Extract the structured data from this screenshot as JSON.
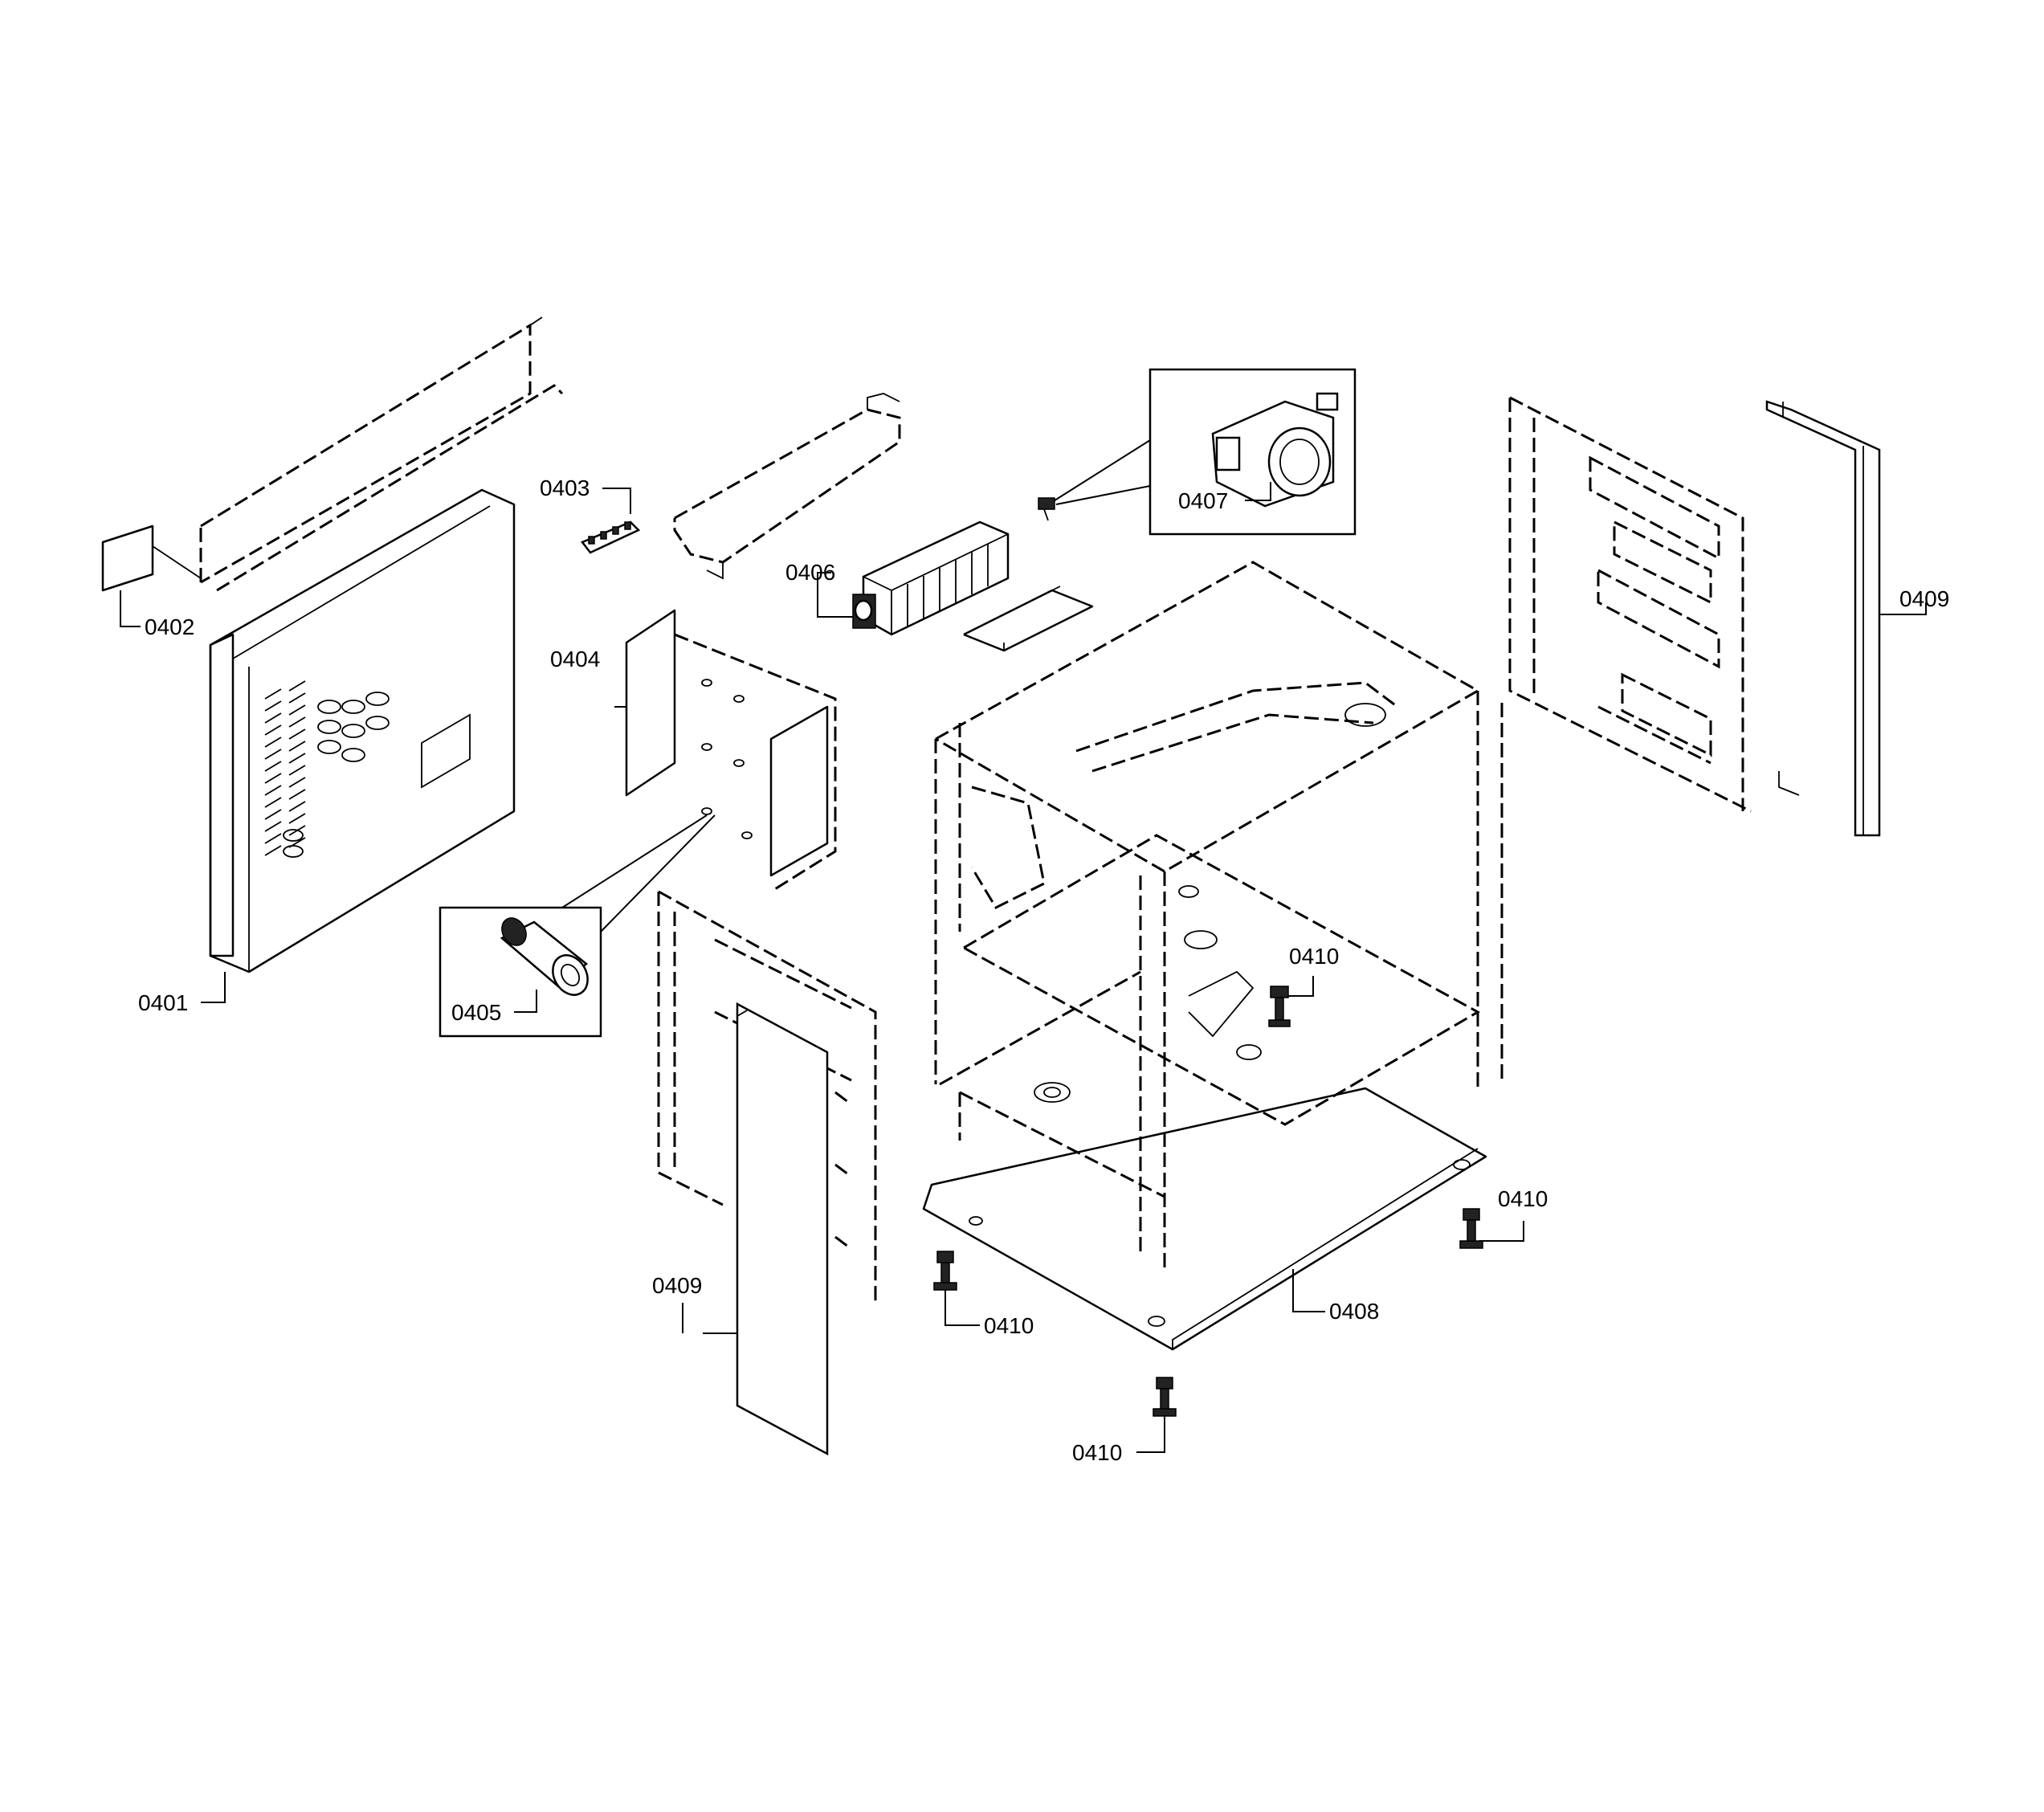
{
  "labels": {
    "p0401": "0401",
    "p0402": "0402",
    "p0403": "0403",
    "p0404": "0404",
    "p0405": "0405",
    "p0406": "0406",
    "p0407": "0407",
    "p0408": "0408",
    "p0409_left": "0409",
    "p0409_right": "0409",
    "p0410_center": "0410",
    "p0410_right": "0410",
    "p0410_front_left": "0410",
    "p0410_bottom": "0410"
  }
}
